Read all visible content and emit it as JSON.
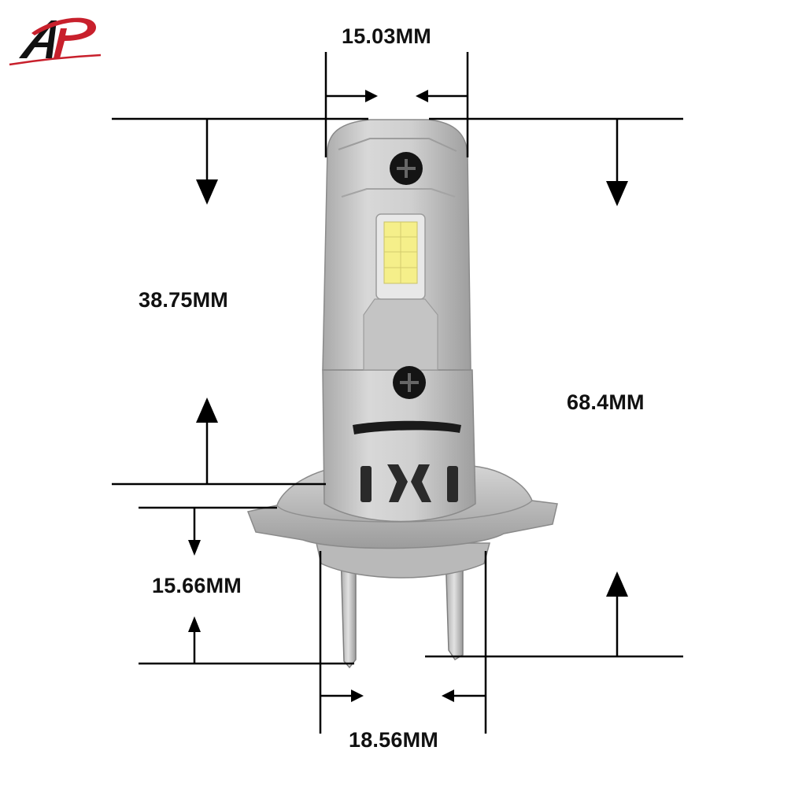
{
  "logo": {
    "text": "AP",
    "colors": {
      "primary": "#c8202c",
      "secondary": "#111111"
    }
  },
  "dimensions": {
    "top_width": "15.03MM",
    "upper_height": "38.75MM",
    "total_height": "68.4MM",
    "base_height": "15.66MM",
    "base_width": "18.56MM"
  },
  "product": {
    "icon": "led-bulb-image",
    "body_color": "#c9c9c9",
    "chip_color": "#f5ef8a"
  }
}
